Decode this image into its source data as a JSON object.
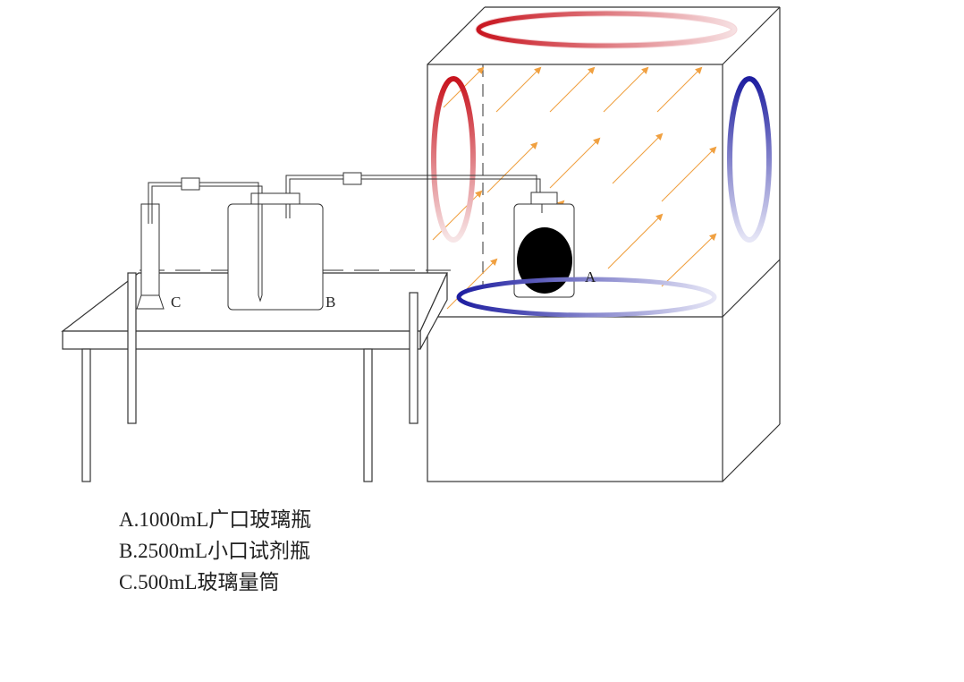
{
  "labels": {
    "a": "A",
    "b": "B",
    "c": "C"
  },
  "legend": [
    "A.1000mL广口玻璃瓶",
    "B.2500mL小口试剂瓶",
    "C.500mL玻璃量筒"
  ],
  "colors": {
    "red": "#c8141e",
    "blue": "#1e1ea0",
    "arrow": "#f0a040",
    "line": "#333333"
  }
}
